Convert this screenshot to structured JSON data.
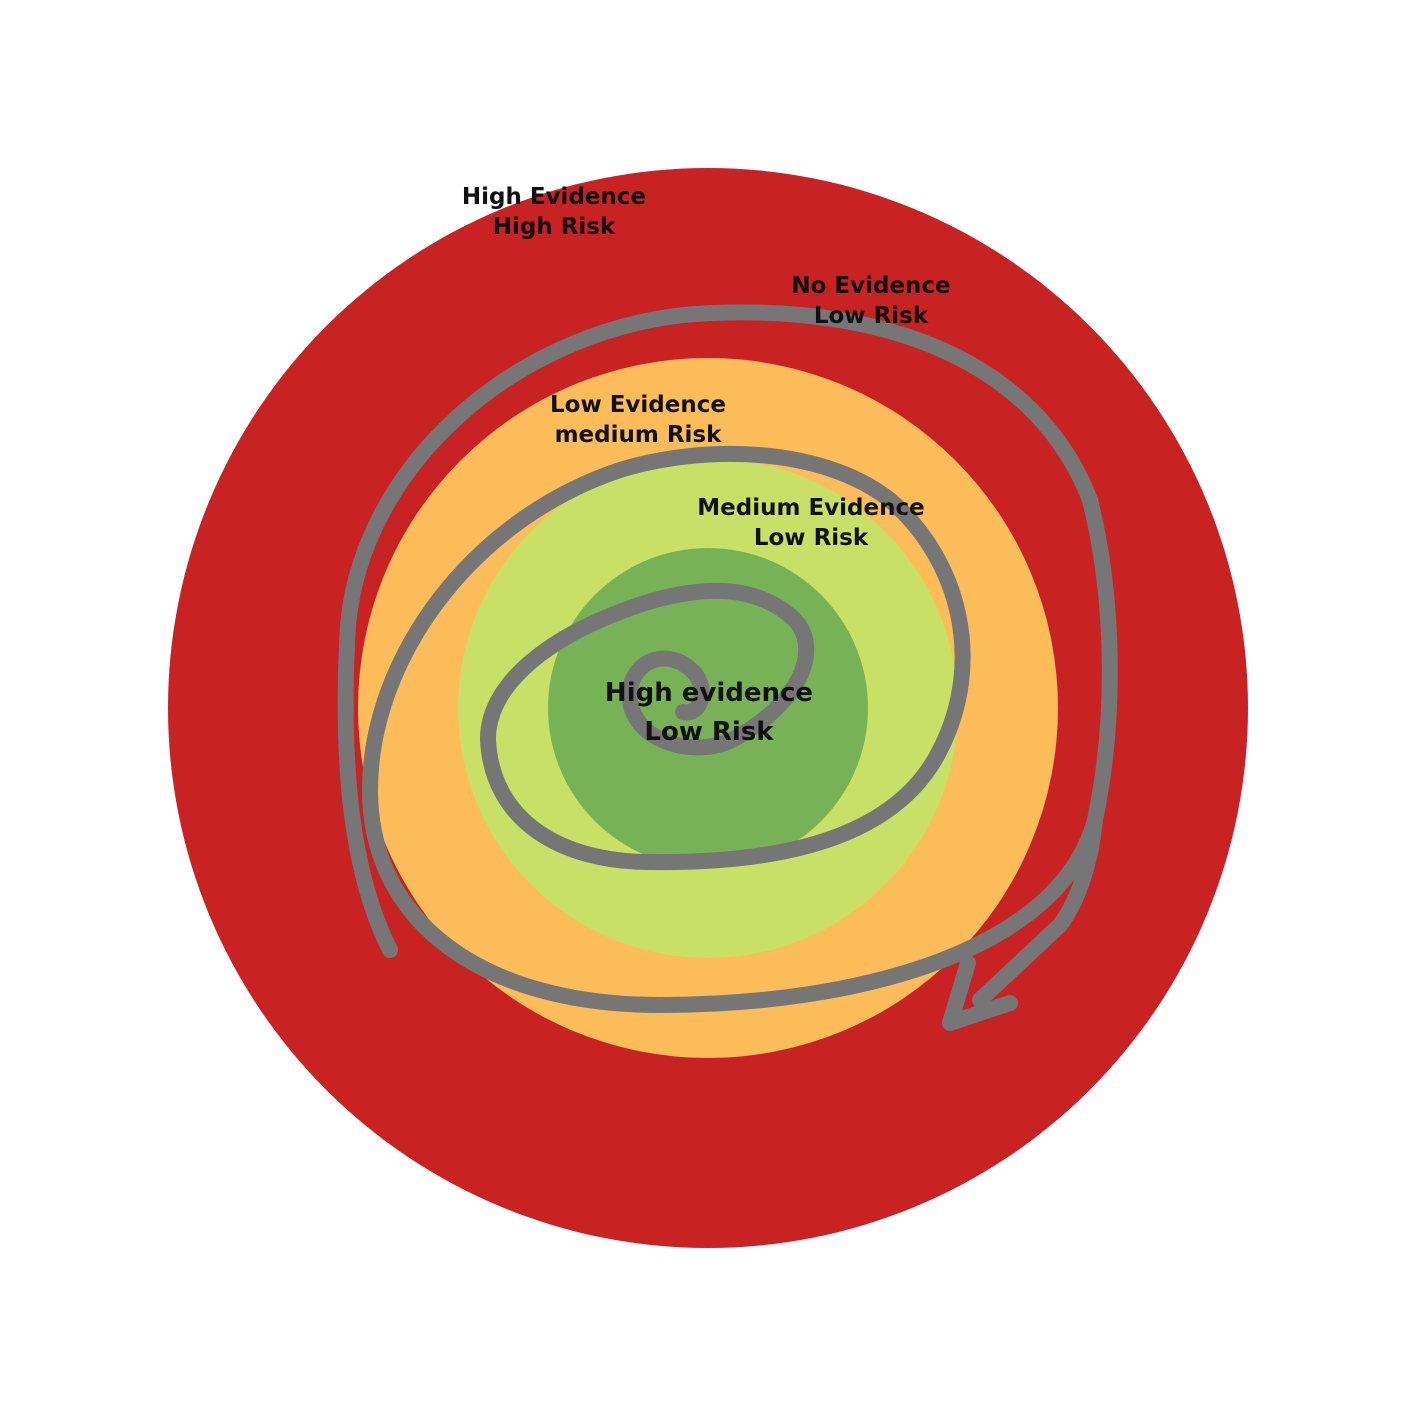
{
  "colors": {
    "background": "#ffffff",
    "red_zone": "#c82222",
    "orange_zone": "#fcbc5a",
    "light_green_zone": "#c8e066",
    "green_zone": "#77b356",
    "spiral": "#767676",
    "text": "#111111"
  },
  "zones": [
    {
      "id": "outer",
      "line1": "High Evidence",
      "line2": "High Risk"
    },
    {
      "id": "no",
      "line1": "No Evidence",
      "line2": "Low Risk"
    },
    {
      "id": "low",
      "line1": "Low Evidence",
      "line2": "medium Risk"
    },
    {
      "id": "medium",
      "line1": "Medium Evidence",
      "line2": "Low Risk"
    },
    {
      "id": "high",
      "line1": "High evidence",
      "line2": "Low Risk"
    }
  ],
  "icons": {
    "spiral": "spiral-arrow-icon"
  }
}
